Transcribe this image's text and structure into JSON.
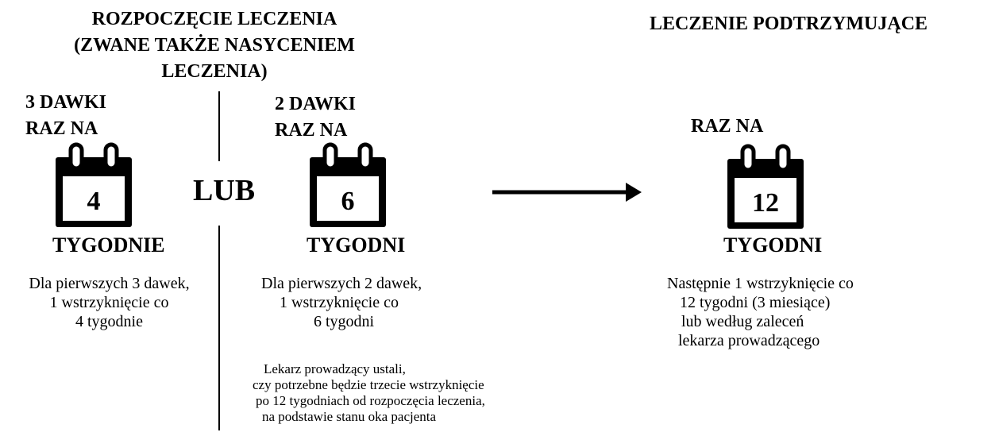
{
  "initiation": {
    "heading": [
      "ROZPOCZĘCIE LECZENIA",
      "(ZWANE TAKŻE NASYCENIEM",
      "LECZENIA)"
    ],
    "option_a": {
      "dose_label": [
        "3 DAWKI",
        "RAZ NA"
      ],
      "number": "4",
      "unit": "TYGODNIE",
      "description": [
        "Dla pierwszych 3 dawek,",
        "1 wstrzyknięcie co",
        "4 tygodnie"
      ]
    },
    "or_label": "LUB",
    "option_b": {
      "dose_label": [
        "2 DAWKI",
        "RAZ NA"
      ],
      "number": "6",
      "unit": "TYGODNI",
      "description": [
        "Dla pierwszych 2 dawek,",
        "1 wstrzyknięcie co",
        "6 tygodni"
      ],
      "note": [
        "Lekarz prowadzący ustali,",
        "czy potrzebne będzie trzecie wstrzyknięcie",
        "po 12 tygodniach od rozpoczęcia leczenia,",
        "na podstawie stanu oka pacjenta"
      ]
    }
  },
  "maintenance": {
    "heading": "LECZENIE PODTRZYMUJĄCE",
    "dose_label": "RAZ NA",
    "number": "12",
    "unit": "TYGODNI",
    "description": [
      "Następnie 1 wstrzyknięcie co",
      "12 tygodni (3 miesiące)",
      "lub według zaleceń",
      "lekarza prowadzącego"
    ]
  },
  "icons": {
    "calendar": "calendar-icon",
    "arrow": "arrow-right-icon"
  }
}
